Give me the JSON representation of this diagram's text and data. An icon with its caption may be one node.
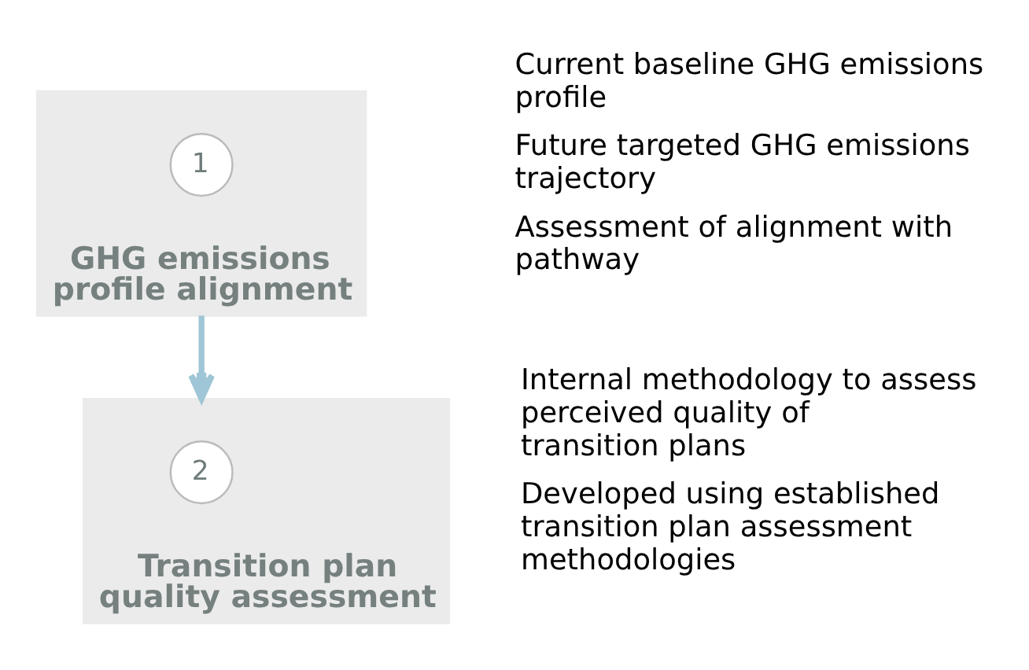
{
  "diagram": {
    "nodes": [
      {
        "text": [
          "GHG emissions profile alignment"
        ],
        "beside": [
          "Current baseline GHG emissions profile",
          "Future targeted GHG emissions trajectory",
          "Assessment of alignment with pathway"
        ]
      },
      {
        "text": [
          "1"
        ],
        "in": 0
      },
      {
        "text": [
          "Transition plan quality assessment"
        ],
        "beside": [
          "Internal methodology to assess perceived quality of transition plans",
          "Developed using established transition plan assessment methodologies"
        ]
      },
      {
        "text": [
          "2"
        ],
        "in": 2
      }
    ],
    "edges": [
      {
        "from": 0,
        "to": 2,
        "arrow": "to",
        "color": "#9fc6d6"
      }
    ]
  }
}
